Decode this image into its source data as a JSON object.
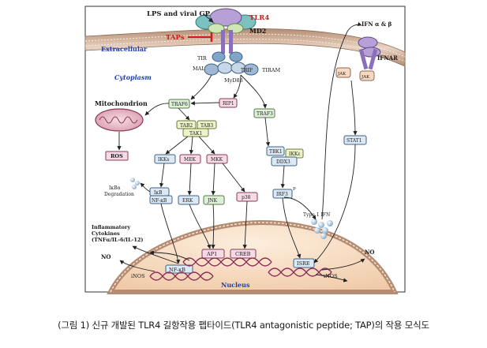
{
  "labels": {
    "lps": "LPS and viral GP",
    "tlr4": "TLR4",
    "md2": "MD2",
    "taps": "TAPs",
    "extracellular": "Extracellular",
    "cytoplasm": "Cytoplasm",
    "tir": "TIR",
    "mal": "MAL",
    "trif": "TRIF",
    "tiram": "TIRAM",
    "myd88": "MyD88",
    "mitochondrion": "Mitochondrion",
    "traf6": "TRAF6",
    "rip1": "RIP1",
    "traf3": "TRAF3",
    "tab2": "TAB2",
    "tab3": "TAB3",
    "tak1": "TAK1",
    "ros": "ROS",
    "ikks": "IKKs",
    "mek": "MEK",
    "mkk": "MKK",
    "tbk1": "TBK1",
    "ikke": "IKKε",
    "ddx3": "DDX3",
    "ikba_degradation_1": "IκBα",
    "ikba_degradation_2": "Degradation",
    "ikb": "IκB",
    "nfkb": "NF-κB",
    "erk": "ERK",
    "jnk": "JNK",
    "p38": "p38",
    "irf3": "IRF3",
    "p": "P",
    "type1ifn": "Type 1 IFN",
    "ifn": "IFN α & β",
    "ifnar": "IFNAR",
    "jak_left": "JAK",
    "jak_right": "JAK",
    "stat1": "STAT1",
    "inflammatory_1": "Inflammatory",
    "inflammatory_2": "Cytokines",
    "inflammatory_3": "(TNFα/IL-6/IL-12)",
    "no_left": "NO",
    "no_right": "NO",
    "inos_left": "iNOS",
    "inos_right": "iNOS",
    "ap1": "AP1",
    "creb": "CREB",
    "nfkb_dna": "NF-κB",
    "isre": "ISRE",
    "nucleus": "Nucleus"
  },
  "caption": "(그림 1) 신규 개발된 TLR4 길항작용 펩타이드(TLR4 antagonistic peptide; TAP)의 작용 모식도",
  "colors": {
    "box_green": "#dff0d8",
    "box_blue": "#dce9f5",
    "box_pink": "#f6dbe6",
    "box_yellow": "#eef2c8",
    "membrane": "#c9a48a",
    "nucleus": "#f6d9c0",
    "dna": "#8a2a5a",
    "label_red": "#d11b1b",
    "label_blue": "#1f3fb0"
  }
}
